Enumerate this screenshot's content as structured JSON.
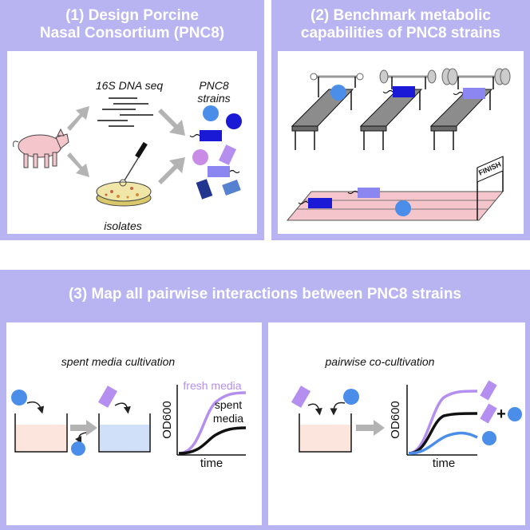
{
  "panel1": {
    "title_line1": "(1) Design Porcine",
    "title_line2": "Nasal Consortium (PNC8)",
    "seq_label": "16S DNA seq",
    "strains_line1": "PNC8",
    "strains_line2": "strains",
    "isolates_label": "isolates"
  },
  "panel2": {
    "title_line1": "(2) Benchmark metabolic",
    "title_line2": "capabilities of PNC8 strains",
    "finish_label": "FINISH"
  },
  "panel3": {
    "title": "(3) Map all pairwise interactions between PNC8 strains",
    "left_title": "spent media cultivation",
    "right_title": "pairwise co-cultivation",
    "fresh_label": "fresh media",
    "spent_line1": "spent",
    "spent_line2": "media",
    "ylabel": "OD600",
    "xlabel": "time",
    "plus": "+"
  },
  "colors": {
    "panel_bg": "#b7b4f1",
    "blue_circle": "#4a8eea",
    "dark_blue": "#1a1ad6",
    "lavender": "#8b86f0",
    "purple": "#b48ff0",
    "pink": "#f4c6cc",
    "bench_gray": "#8c8c8c"
  }
}
